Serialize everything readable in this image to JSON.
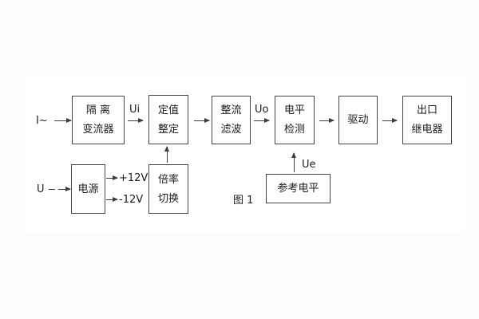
{
  "figure": {
    "caption": "图 1",
    "line_color": "#3d3d3d",
    "background": "#ffffff"
  },
  "inputs": {
    "current": "I~",
    "voltage": "U"
  },
  "signals": {
    "ui": "Ui",
    "uo": "Uo",
    "ue": "Ue",
    "plus12": "+12V",
    "minus12": "-12V"
  },
  "blocks": {
    "isolation": {
      "line1": "隔 离",
      "line2": "变流器"
    },
    "setting": {
      "line1": "定值",
      "line2": "整定"
    },
    "rectifier": {
      "line1": "整流",
      "line2": "滤波"
    },
    "level": {
      "line1": "电平",
      "line2": "检测"
    },
    "drive": {
      "line1": "驱动"
    },
    "output": {
      "line1": "出口",
      "line2": "继电器"
    },
    "power": {
      "line1": "电源"
    },
    "multiplier": {
      "line1": "倍率",
      "line2": "切换"
    },
    "reference": {
      "line1": "参考电平"
    }
  }
}
